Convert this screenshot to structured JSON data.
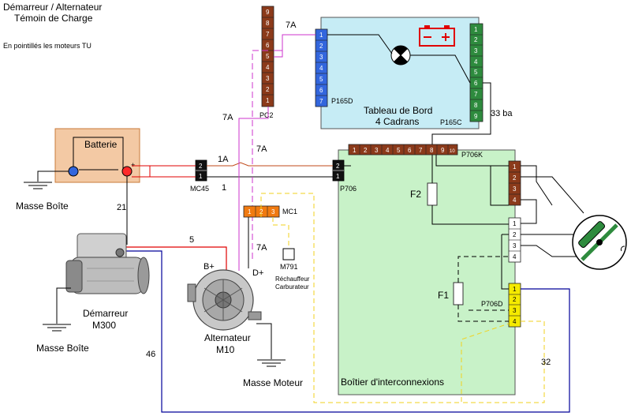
{
  "header": {
    "title_line1": "Démarreur / Alternateur",
    "title_line2": "Témoin de Charge",
    "note": "En pointillés les moteurs TU"
  },
  "dashboard": {
    "name_line1": "Tableau de Bord",
    "name_line2": "4 Cadrans",
    "connector_left": "P165D",
    "connector_right": "P165C",
    "left_pins": [
      "1",
      "2",
      "3",
      "4",
      "5",
      "6",
      "7"
    ],
    "right_pins": [
      "1",
      "2",
      "3",
      "4",
      "5",
      "6",
      "7",
      "8",
      "9"
    ]
  },
  "pc2": {
    "label": "PC2",
    "pins": [
      "9",
      "8",
      "7",
      "6",
      "5",
      "4",
      "3",
      "2",
      "1"
    ]
  },
  "battery": {
    "label": "Batterie",
    "plus": "+"
  },
  "mc45": {
    "label": "MC45",
    "pins": [
      "2",
      "1"
    ]
  },
  "p706": {
    "label": "P706",
    "pins": [
      "2",
      "1"
    ]
  },
  "mc1": {
    "label": "MC1",
    "pins": [
      "1",
      "2",
      "3"
    ]
  },
  "m791": {
    "label": "M791",
    "desc_line1": "Réchauffeur",
    "desc_line2": "Carburateur"
  },
  "interconnect": {
    "label": "Boîtier d'interconnexions",
    "p706k_label": "P706K",
    "p706k_pins": [
      "1",
      "2",
      "3",
      "4",
      "5",
      "6",
      "7",
      "8",
      "9",
      "10"
    ],
    "brown_pins": [
      "1",
      "2",
      "3",
      "4"
    ],
    "white_pins": [
      "1",
      "2",
      "3",
      "4"
    ],
    "p706d_label": "P706D",
    "p706d_pins": [
      "1",
      "2",
      "3",
      "4"
    ],
    "fuse1": "F1",
    "fuse2": "F2"
  },
  "starter": {
    "name_line1": "Démarreur",
    "name_line2": "M300"
  },
  "alternator": {
    "name_line1": "Alternateur",
    "name_line2": "M10",
    "bplus": "B+",
    "dplus": "D+"
  },
  "grounds": {
    "masse_boite_1": "Masse Boîte",
    "masse_boite_2": "Masse Boîte",
    "masse_moteur": "Masse Moteur"
  },
  "wires": {
    "w7a_top": "7A",
    "w7a_left": "7A",
    "w7a_mid": "7A",
    "w7a_low": "7A",
    "w1a": "1A",
    "w1": "1",
    "w21": "21",
    "w5": "5",
    "w46": "46",
    "w32": "32",
    "w33": "33 ba"
  },
  "colors": {
    "dashboard_fill": "#c6ecf5",
    "interconnect_fill": "#c8f2c8",
    "battery_fill": "#f3c9a4",
    "wire_red": "#ff0000",
    "wire_magenta": "#cc33cc",
    "wire_blue": "#000099",
    "wire_yellow_dash": "#f2d21e",
    "connector_brown": "#8b3a1a",
    "connector_blue": "#3366dd",
    "connector_green": "#2e8b3e",
    "connector_orange": "#f07a10",
    "connector_yellow": "#f5ea00"
  }
}
